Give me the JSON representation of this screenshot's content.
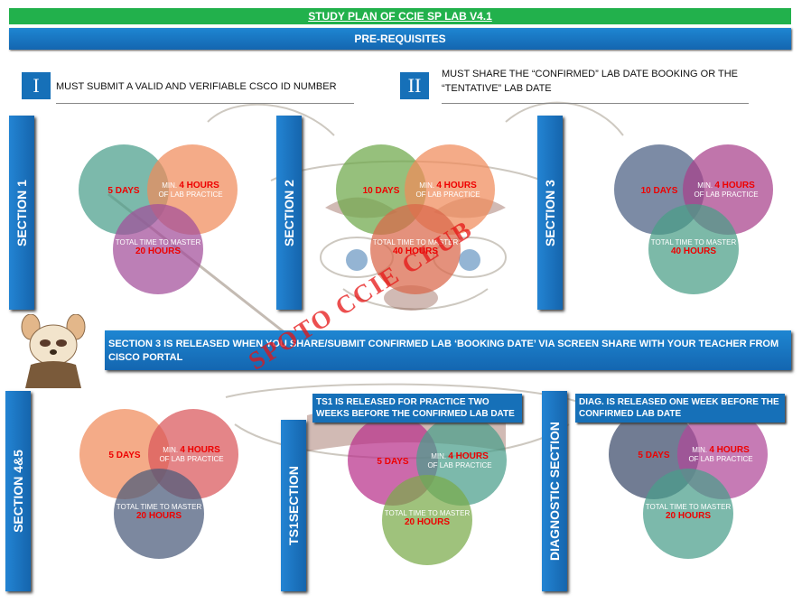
{
  "title": "STUDY PLAN OF CCIE SP LAB V4.1",
  "prereq_label": "PRE-REQUISITES",
  "requirements": [
    {
      "num": "I",
      "text": "MUST SUBMIT A VALID AND VERIFIABLE CSCO ID NUMBER"
    },
    {
      "num": "II",
      "line1": "MUST SHARE THE “CONFIRMED” LAB DATE BOOKING OR THE",
      "line2": "“TENTATIVE” LAB DATE"
    }
  ],
  "sections": [
    {
      "label": "SECTION 1",
      "days": "5 DAYS",
      "min_label": "MIN.",
      "hours": "4 HOURS",
      "practice": "OF LAB PRACTICE",
      "total_label": "TOTAL TIME TO MASTER",
      "total": "20 HOURS",
      "colors": [
        "#4a9e8a",
        "#f08a5a",
        "#a24d9a"
      ]
    },
    {
      "label": "SECTION 2",
      "days": "10 DAYS",
      "min_label": "MIN.",
      "hours": "4 HOURS",
      "practice": "OF LAB PRACTICE",
      "total_label": "TOTAL TIME TO MASTER",
      "total": "40 HOURS",
      "colors": [
        "#6ea84a",
        "#f08a5a",
        "#d9664a"
      ]
    },
    {
      "label": "SECTION 3",
      "days": "10 DAYS",
      "min_label": "MIN.",
      "hours": "4 HOURS",
      "practice": "OF LAB PRACTICE",
      "total_label": "TOTAL TIME TO MASTER",
      "total": "40 HOURS",
      "colors": [
        "#4a5e82",
        "#a8408a",
        "#4a9e86"
      ]
    },
    {
      "label": "SECTION 4&5",
      "days": "5 DAYS",
      "min_label": "MIN.",
      "hours": "4 HOURS",
      "practice": "OF LAB PRACTICE",
      "total_label": "TOTAL TIME TO MASTER",
      "total": "20 HOURS",
      "colors": [
        "#f08a5a",
        "#d9565a",
        "#4a5a7a"
      ]
    },
    {
      "label": "TS1SECTION",
      "days": "5 DAYS",
      "min_label": "MIN.",
      "hours": "4 HOURS",
      "practice": "OF LAB PRACTICE",
      "total_label": "TOTAL TIME TO MASTER",
      "total": "20 HOURS",
      "colors": [
        "#b8308a",
        "#4a9e8a",
        "#7aaa4a"
      ]
    },
    {
      "label": "DIAGNOSTIC SECTION",
      "days": "5 DAYS",
      "min_label": "MIN.",
      "hours": "4 HOURS",
      "practice": "OF LAB PRACTICE",
      "total_label": "TOTAL TIME TO MASTER",
      "total": "20 HOURS",
      "colors": [
        "#3a4a6a",
        "#b04898",
        "#4a9e8a"
      ]
    }
  ],
  "release_note": "SECTION 3 IS RELEASED WHEN YOU SHARE/SUBMIT CONFIRMED LAB ‘BOOKING DATE’ VIA SCREEN SHARE WITH YOUR TEACHER FROM CISCO PORTAL",
  "ts1_note": "TS1 IS RELEASED FOR PRACTICE TWO WEEKS BEFORE THE CONFIRMED LAB DATE",
  "diag_note": "DIAG. IS RELEASED ONE WEEK BEFORE THE CONFIRMED LAB DATE",
  "watermark": "SPOTO CCIE CLUB",
  "colors": {
    "green": "#22b14c",
    "blue": "#1670b8",
    "red": "#e00000"
  }
}
